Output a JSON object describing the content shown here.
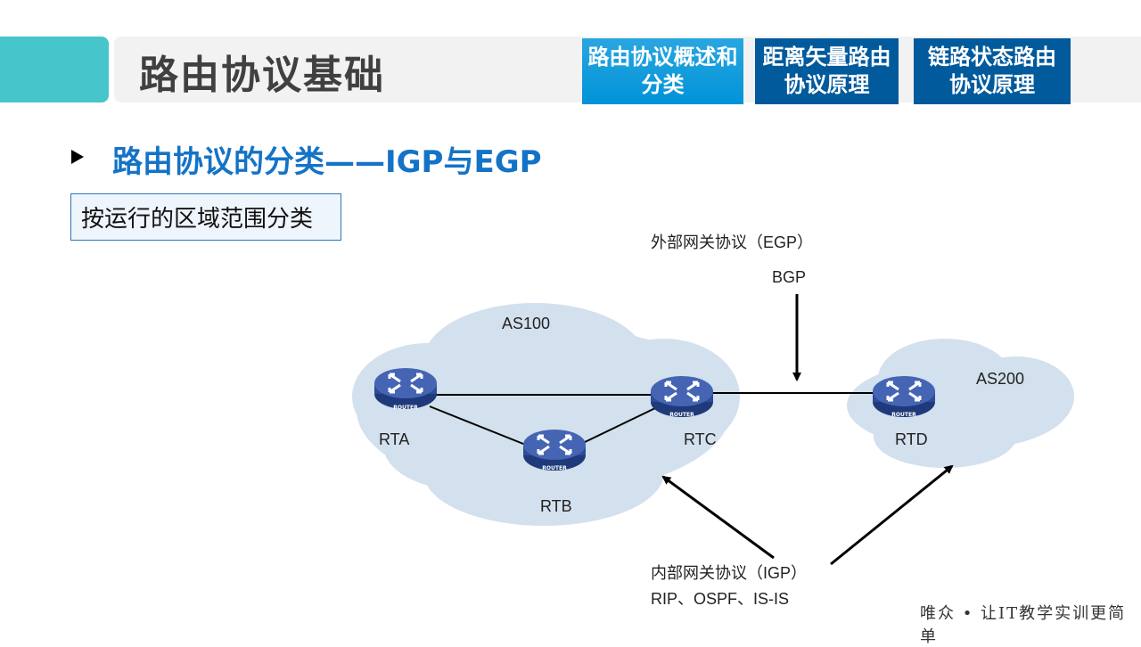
{
  "header": {
    "title": "路由协议基础",
    "nav": [
      {
        "label": "路由协议概述和分类"
      },
      {
        "label": "距离矢量路由协议原理"
      },
      {
        "label": "链路状态路由协议原理"
      }
    ]
  },
  "section": {
    "heading": "路由协议的分类——IGP与EGP",
    "tag": "按运行的区域范围分类"
  },
  "diagram": {
    "egp_label": "外部网关协议（EGP）",
    "egp_protocol": "BGP",
    "as1": "AS100",
    "as2": "AS200",
    "routers": [
      {
        "name": "RTA"
      },
      {
        "name": "RTB"
      },
      {
        "name": "RTC"
      },
      {
        "name": "RTD"
      }
    ],
    "router_badge": "ROUTER",
    "igp_label": "内部网关协议（IGP）",
    "igp_protocols": "RIP、OSPF、IS-IS",
    "cloud_color": "#d3e0ed",
    "router_color": "#3e5fae"
  },
  "footer": {
    "slogan": "唯众 • 让IT教学实训更简单"
  }
}
